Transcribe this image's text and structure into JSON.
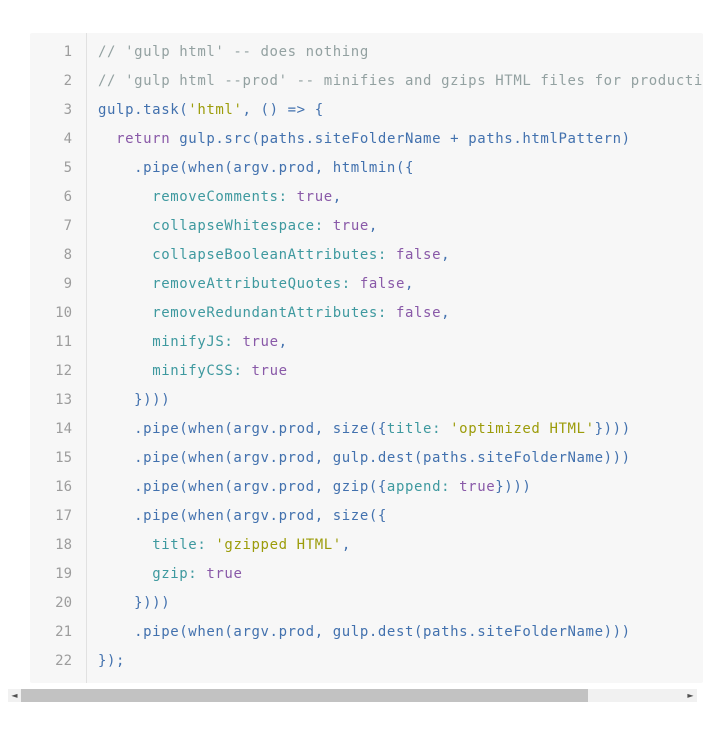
{
  "colors": {
    "block_background": "#f7f7f7",
    "gutter_divider": "#e1e1e1",
    "line_number": "#9d9d9d",
    "comment": "#93a1a1",
    "plain": "#4271ae",
    "string": "#9c9c0a",
    "keyword": "#8959a8",
    "property": "#3e999f",
    "scrollbar_track": "#f1f1f1",
    "scrollbar_thumb": "#c2c2c2",
    "scrollbar_arrow": "#505050"
  },
  "scrollbar": {
    "left_arrow": "◄",
    "right_arrow": "►"
  },
  "code": {
    "lines": [
      {
        "n": "1",
        "tokens": [
          [
            "c",
            "// 'gulp html' -- does nothing"
          ]
        ]
      },
      {
        "n": "2",
        "tokens": [
          [
            "c",
            "// 'gulp html --prod' -- minifies and gzips HTML files for production"
          ]
        ]
      },
      {
        "n": "3",
        "tokens": [
          [
            "p",
            "gulp.task("
          ],
          [
            "s",
            "'html'"
          ],
          [
            "p",
            ", () => {"
          ]
        ]
      },
      {
        "n": "4",
        "tokens": [
          [
            "p",
            "  "
          ],
          [
            "k",
            "return"
          ],
          [
            "p",
            " gulp.src(paths.siteFolderName + paths.htmlPattern)"
          ]
        ]
      },
      {
        "n": "5",
        "tokens": [
          [
            "p",
            "    .pipe(when(argv.prod, htmlmin({"
          ]
        ]
      },
      {
        "n": "6",
        "tokens": [
          [
            "p",
            "      "
          ],
          [
            "a",
            "removeComments:"
          ],
          [
            "p",
            " "
          ],
          [
            "k",
            "true"
          ],
          [
            "p",
            ","
          ]
        ]
      },
      {
        "n": "7",
        "tokens": [
          [
            "p",
            "      "
          ],
          [
            "a",
            "collapseWhitespace:"
          ],
          [
            "p",
            " "
          ],
          [
            "k",
            "true"
          ],
          [
            "p",
            ","
          ]
        ]
      },
      {
        "n": "8",
        "tokens": [
          [
            "p",
            "      "
          ],
          [
            "a",
            "collapseBooleanAttributes:"
          ],
          [
            "p",
            " "
          ],
          [
            "k",
            "false"
          ],
          [
            "p",
            ","
          ]
        ]
      },
      {
        "n": "9",
        "tokens": [
          [
            "p",
            "      "
          ],
          [
            "a",
            "removeAttributeQuotes:"
          ],
          [
            "p",
            " "
          ],
          [
            "k",
            "false"
          ],
          [
            "p",
            ","
          ]
        ]
      },
      {
        "n": "10",
        "tokens": [
          [
            "p",
            "      "
          ],
          [
            "a",
            "removeRedundantAttributes:"
          ],
          [
            "p",
            " "
          ],
          [
            "k",
            "false"
          ],
          [
            "p",
            ","
          ]
        ]
      },
      {
        "n": "11",
        "tokens": [
          [
            "p",
            "      "
          ],
          [
            "a",
            "minifyJS:"
          ],
          [
            "p",
            " "
          ],
          [
            "k",
            "true"
          ],
          [
            "p",
            ","
          ]
        ]
      },
      {
        "n": "12",
        "tokens": [
          [
            "p",
            "      "
          ],
          [
            "a",
            "minifyCSS:"
          ],
          [
            "p",
            " "
          ],
          [
            "k",
            "true"
          ]
        ]
      },
      {
        "n": "13",
        "tokens": [
          [
            "p",
            "    })))"
          ]
        ]
      },
      {
        "n": "14",
        "tokens": [
          [
            "p",
            "    .pipe(when(argv.prod, size({"
          ],
          [
            "a",
            "title:"
          ],
          [
            "p",
            " "
          ],
          [
            "s",
            "'optimized HTML'"
          ],
          [
            "p",
            "})))"
          ]
        ]
      },
      {
        "n": "15",
        "tokens": [
          [
            "p",
            "    .pipe(when(argv.prod, gulp.dest(paths.siteFolderName)))"
          ]
        ]
      },
      {
        "n": "16",
        "tokens": [
          [
            "p",
            "    .pipe(when(argv.prod, gzip({"
          ],
          [
            "a",
            "append:"
          ],
          [
            "p",
            " "
          ],
          [
            "k",
            "true"
          ],
          [
            "p",
            "})))"
          ]
        ]
      },
      {
        "n": "17",
        "tokens": [
          [
            "p",
            "    .pipe(when(argv.prod, size({"
          ]
        ]
      },
      {
        "n": "18",
        "tokens": [
          [
            "p",
            "      "
          ],
          [
            "a",
            "title:"
          ],
          [
            "p",
            " "
          ],
          [
            "s",
            "'gzipped HTML'"
          ],
          [
            "p",
            ","
          ]
        ]
      },
      {
        "n": "19",
        "tokens": [
          [
            "p",
            "      "
          ],
          [
            "a",
            "gzip:"
          ],
          [
            "p",
            " "
          ],
          [
            "k",
            "true"
          ]
        ]
      },
      {
        "n": "20",
        "tokens": [
          [
            "p",
            "    })))"
          ]
        ]
      },
      {
        "n": "21",
        "tokens": [
          [
            "p",
            "    .pipe(when(argv.prod, gulp.dest(paths.siteFolderName)))"
          ]
        ]
      },
      {
        "n": "22",
        "tokens": [
          [
            "p",
            "});"
          ]
        ]
      }
    ]
  }
}
